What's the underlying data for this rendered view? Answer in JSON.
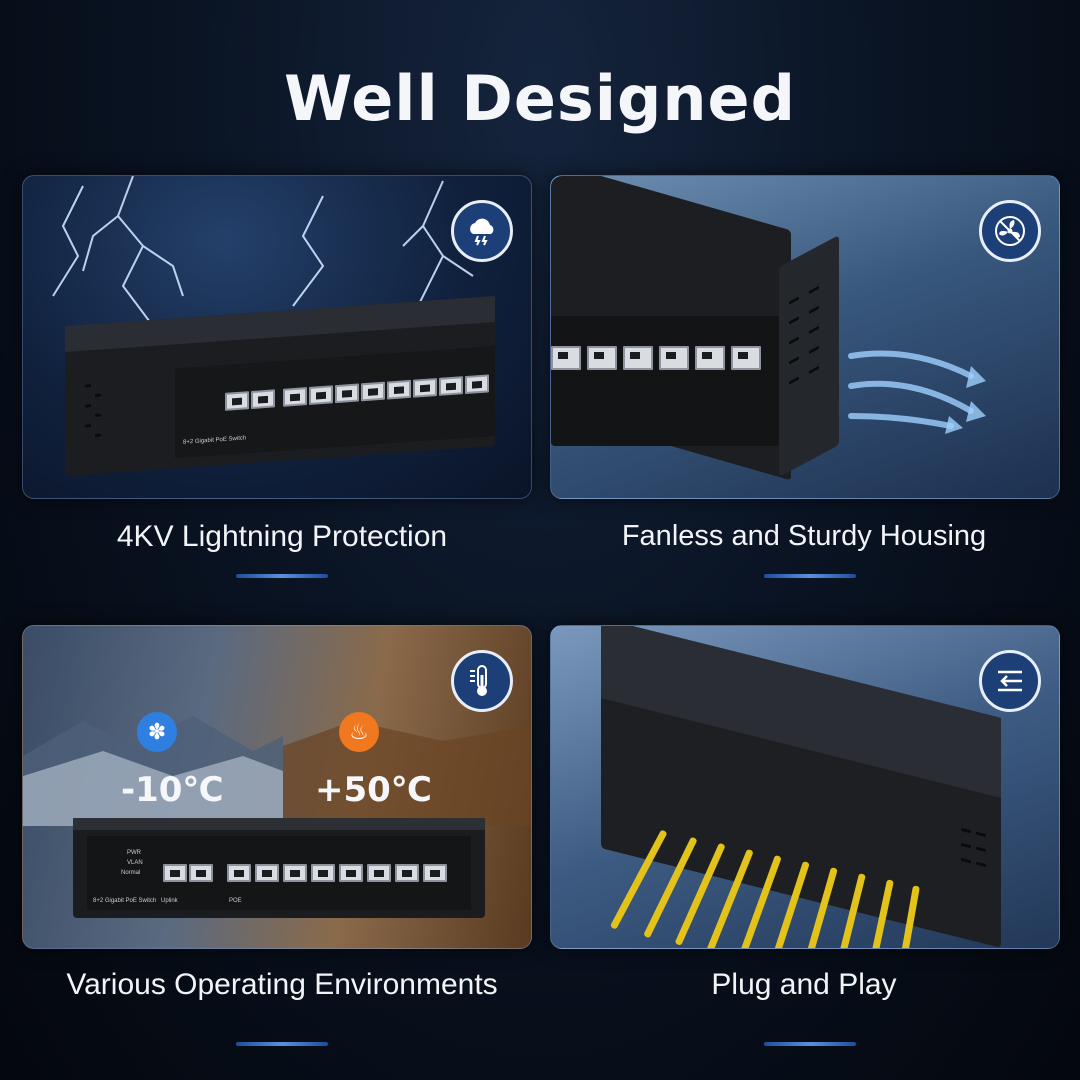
{
  "title": "Well Designed",
  "features": [
    {
      "caption": "4KV Lightning Protection",
      "icon": "lightning-cloud-icon"
    },
    {
      "caption": "Fanless and Sturdy Housing",
      "icon": "fan-disabled-icon"
    },
    {
      "caption": "Various Operating Environments",
      "icon": "thermometer-icon"
    },
    {
      "caption": "Plug and Play",
      "icon": "plug-arrow-icon"
    }
  ],
  "temperatures": {
    "low": {
      "label": "-10℃",
      "icon": "snowflake-icon",
      "color": "#2f7fe0"
    },
    "high": {
      "label": "+50℃",
      "icon": "flame-icon",
      "color": "#f0781e"
    }
  },
  "device": {
    "label": "8+2 Gigabit PoE Switch",
    "pwr": "PWR",
    "vlan": "VLAN",
    "normal": "Normal",
    "uplink": "Uplink",
    "poe": "POE",
    "uplink_ports": [
      "1",
      "2"
    ],
    "poe_ports": [
      "1",
      "2",
      "3",
      "4",
      "5",
      "6",
      "7",
      "8"
    ]
  },
  "colors": {
    "accent": "#1c3f78",
    "cable": "#e3c21a",
    "underline": "#5a8fe0"
  }
}
